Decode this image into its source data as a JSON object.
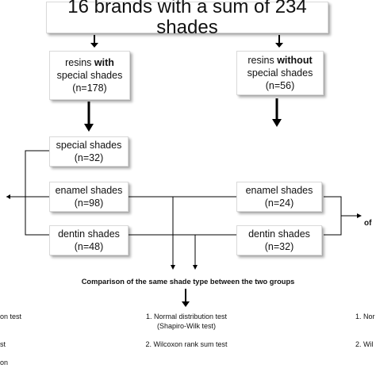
{
  "top_box": {
    "title": "16 brands with a sum of 234 shades"
  },
  "groups": {
    "with": {
      "line1_pre": "resins ",
      "line1_bold": "with",
      "line2": "special shades",
      "line3": "(n=178)"
    },
    "without": {
      "line1_pre": "resins ",
      "line1_bold": "without",
      "line2": "special shades",
      "line3": "(n=56)"
    }
  },
  "left_shades": {
    "special": {
      "label": "special shades",
      "count": "(n=32)"
    },
    "enamel": {
      "label": "enamel shades",
      "count": "(n=98)"
    },
    "dentin": {
      "label": "dentin shades",
      "count": "(n=48)"
    }
  },
  "right_shades": {
    "enamel": {
      "label": "enamel shades",
      "count": "(n=24)"
    },
    "dentin": {
      "label": "dentin shades",
      "count": "(n=32)"
    }
  },
  "right_edge_text": "of",
  "comparison_heading": "Comparison of the same shade type between the two groups",
  "tests": {
    "left_1": "on test",
    "left_2": "st",
    "left_3": "on",
    "center_1": "1. Normal distribution test",
    "center_1b": "(Shapiro-Wilk test)",
    "center_2": "2. Wilcoxon rank sum test",
    "right_1": "1. Nor",
    "right_2": "2. Wil"
  },
  "colors": {
    "line": "#000000",
    "box_border": "#d9d9d9",
    "shadow": "#8a8a8a"
  }
}
